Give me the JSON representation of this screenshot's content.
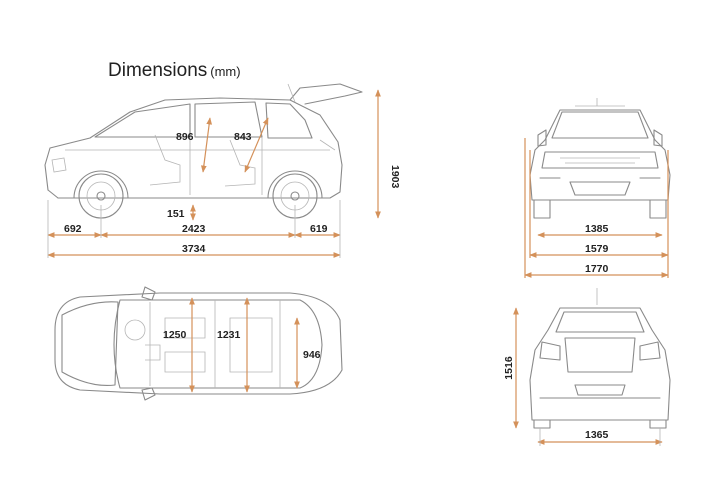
{
  "title": "Dimensions",
  "title_unit": "(mm)",
  "colors": {
    "dimension_line": "#d4915a",
    "car_outline": "#8a8a8a",
    "label_text": "#222222"
  },
  "dimensions": {
    "front_headroom": "896",
    "rear_headroom": "843",
    "height": "1903",
    "ground_clearance": "151",
    "front_overhang": "692",
    "wheelbase": "2423",
    "rear_overhang": "619",
    "overall_length": "3734",
    "front_track": "1385",
    "width_without_mirrors": "1579",
    "width_with_mirrors": "1770",
    "front_elbow_width": "1250",
    "rear_elbow_width": "1231",
    "boot_width": "946",
    "height_rear_view": "1516",
    "rear_track": "1365"
  }
}
